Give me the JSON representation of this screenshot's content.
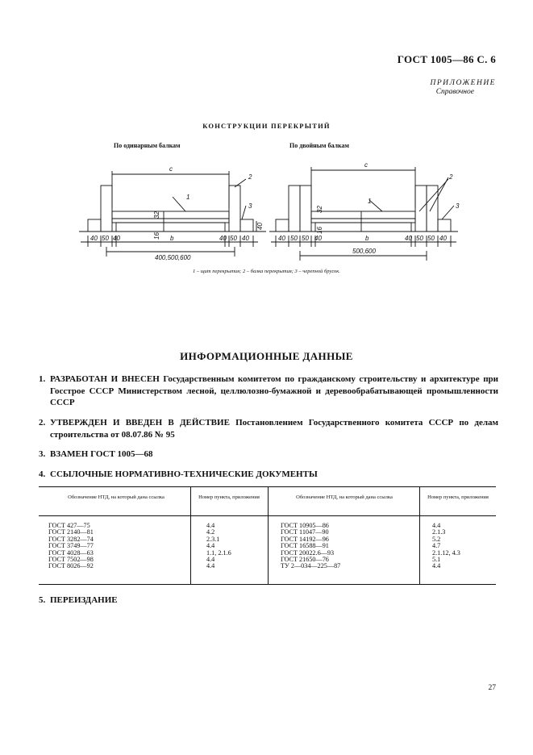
{
  "header": {
    "std": "ГОСТ 1005—86 С. 6"
  },
  "appendix": {
    "line1": "ПРИЛОЖЕНИЕ",
    "line2": "Справочное"
  },
  "figure": {
    "title": "КОНСТРУКЦИИ ПЕРЕКРЫТИЙ",
    "left_title": "По одинарным балкам",
    "right_title": "По двойным балкам",
    "caption": "1 – щит перекрытия; 2 – балка перекрытия; 3 – черепной брусок.",
    "labels": {
      "c": "c",
      "b": "b",
      "n1": "1",
      "n2": "2",
      "n3": "3",
      "d40": "40",
      "d50": "50",
      "d32": "32",
      "d16": "16",
      "left_total": "400,500,600",
      "right_total": "500,600"
    }
  },
  "info": {
    "title": "ИНФОРМАЦИОННЫЕ ДАННЫЕ",
    "items": [
      {
        "num": "1.",
        "text": "РАЗРАБОТАН И ВНЕСЕН Государственным комитетом по гражданскому строительству и архитектуре при Госстрое СССР Министерством лесной, целлюлозно-бумажной и деревообрабатывающей промышленности СССР"
      },
      {
        "num": "2.",
        "text": "УТВЕРЖДЕН И ВВЕДЕН В ДЕЙСТВИЕ Постановлением Государственного комитета СССР по делам строительства от 08.07.86 № 95"
      },
      {
        "num": "3.",
        "text": "ВЗАМЕН ГОСТ 1005—68"
      },
      {
        "num": "4.",
        "text": "ССЫЛОЧНЫЕ НОРМАТИВНО-ТЕХНИЧЕСКИЕ ДОКУМЕНТЫ"
      },
      {
        "num": "5.",
        "text": "ПЕРЕИЗДАНИЕ"
      }
    ]
  },
  "ref_table": {
    "headers": [
      "Обозначение НТД, на который дана ссылка",
      "Номер пункта, приложения",
      "Обозначение НТД, на который дана ссылка",
      "Номер пункта, приложения"
    ],
    "left_docs": [
      "ГОСТ 427—75",
      "ГОСТ 2140—81",
      "ГОСТ 3282—74",
      "ГОСТ 3749—77",
      "ГОСТ 4028—63",
      "ГОСТ 7502—98",
      "ГОСТ 8026—92"
    ],
    "left_items": [
      "4.4",
      "4.2",
      "2.3.1",
      "4.4",
      "1.1, 2.1.6",
      "4.4",
      "4.4"
    ],
    "right_docs": [
      "ГОСТ 10905—86",
      "ГОСТ 11047—90",
      "ГОСТ 14192—96",
      "ГОСТ 16588—91",
      "ГОСТ 20022.6—93",
      "ГОСТ 21650—76",
      "ТУ 2—034—225—87"
    ],
    "right_items": [
      "4.4",
      "2.1.3",
      "5.2",
      "4.7",
      "2.1.12, 4.3",
      "5.1",
      "4.4"
    ]
  },
  "page_number": "27"
}
